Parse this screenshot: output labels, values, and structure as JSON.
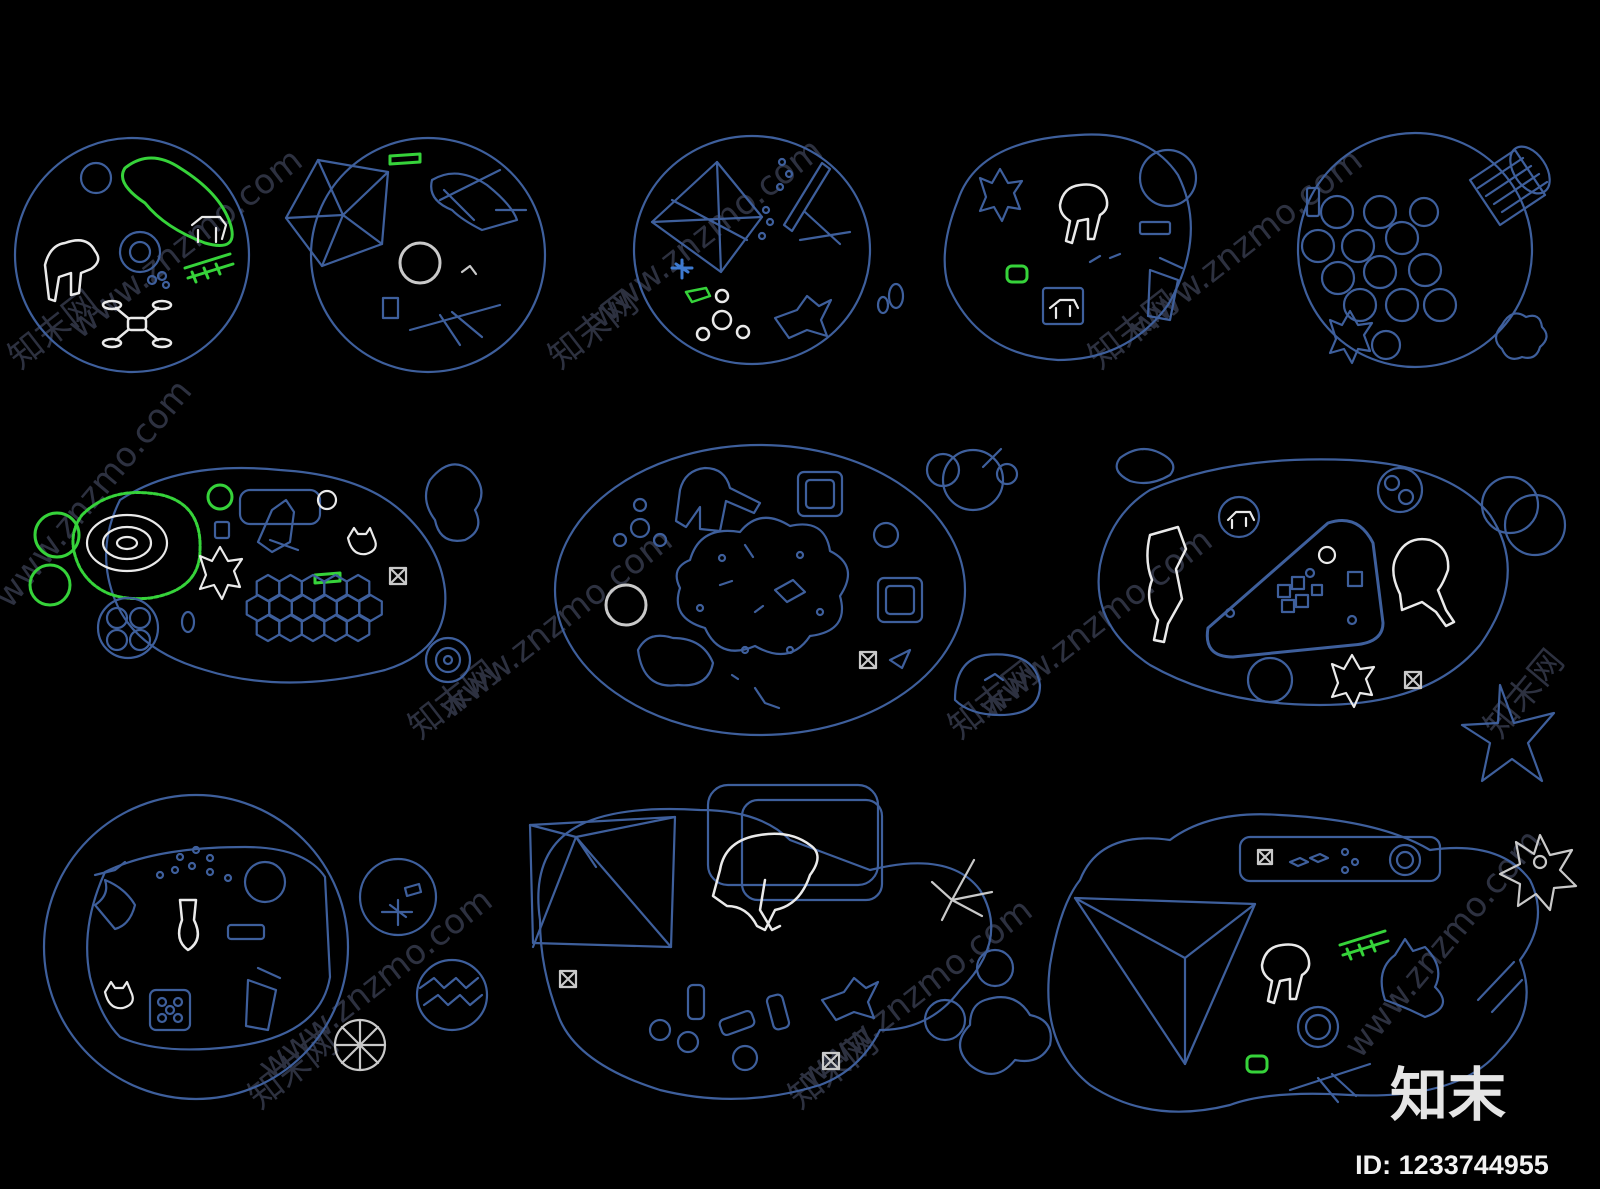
{
  "colors": {
    "background": "#000000",
    "outline": "#3e5f9c",
    "accent_green": "#36d33a",
    "figure_white": "#eaeaea",
    "watermark": "#2b2f3a"
  },
  "watermark": {
    "text": "www.znzmo.com",
    "brand": "知末网"
  },
  "logo": {
    "text": "知末"
  },
  "image_id": {
    "text": "ID: 1233744955"
  },
  "icons": [
    "person-topview-icon",
    "drone-icon",
    "umbrella-icon",
    "swing-icon",
    "kite-icon",
    "airplane-icon",
    "fidget-spinner-icon",
    "star-icon",
    "tent-icon",
    "tree-icon",
    "cat-icon",
    "dog-icon",
    "teddy-bear-icon",
    "hexagon-grid-icon",
    "car-icon"
  ]
}
